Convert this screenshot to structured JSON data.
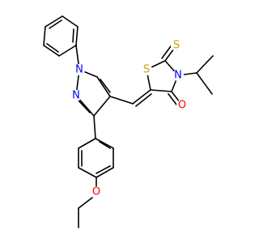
{
  "structure": {
    "kind": "skeletal-formula",
    "atom_labels": {
      "n_pyrazole_1": "N",
      "n_pyrazole_2": "N",
      "s_thiazolidine": "S",
      "n_thiazolidine": "N",
      "o_carbonyl": "O",
      "s_thione": "S",
      "o_ether": "O"
    },
    "colors": {
      "carbon_bonds": "#000000",
      "nitrogen": "#0000ff",
      "oxygen": "#ff0000",
      "sulfur": "#c8a000"
    }
  }
}
